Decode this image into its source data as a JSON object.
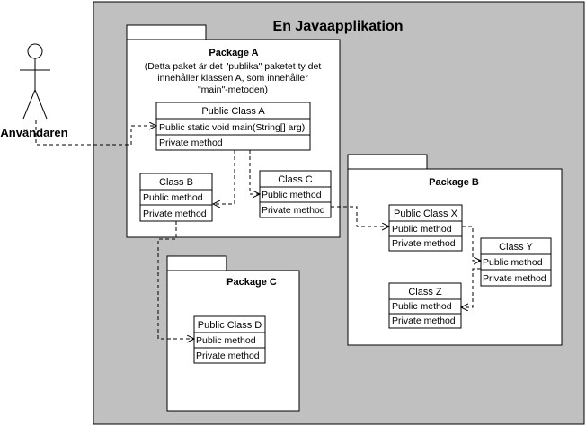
{
  "title": "En Javaapplikation",
  "actor": {
    "label": "Användaren"
  },
  "packages": {
    "a": {
      "name": "Package A",
      "note": [
        "(Detta paket är det \"publika\" paketet ty det",
        "innehåller klassen A, som innehåller",
        "\"main\"-metoden)"
      ]
    },
    "b": {
      "name": "Package B"
    },
    "c": {
      "name": "Package C"
    }
  },
  "classes": {
    "class_a": {
      "name": "Public Class A",
      "m1": "Public static void main(String[] arg)",
      "m2": "Private method"
    },
    "class_b": {
      "name": "Class B",
      "m1": "Public method",
      "m2": "Private method"
    },
    "class_c": {
      "name": "Class C",
      "m1": "Public method",
      "m2": "Private method"
    },
    "class_x": {
      "name": "Public Class X",
      "m1": "Public method",
      "m2": "Private method"
    },
    "class_y": {
      "name": "Class Y",
      "m1": "Public method",
      "m2": "Private method"
    },
    "class_z": {
      "name": "Class Z",
      "m1": "Public method",
      "m2": "Private method"
    },
    "class_d": {
      "name": "Public Class D",
      "m1": "Public method",
      "m2": "Private method"
    }
  },
  "colors": {
    "app_background": "#c0c0c0",
    "box_fill": "#ffffff",
    "line": "#000000"
  }
}
